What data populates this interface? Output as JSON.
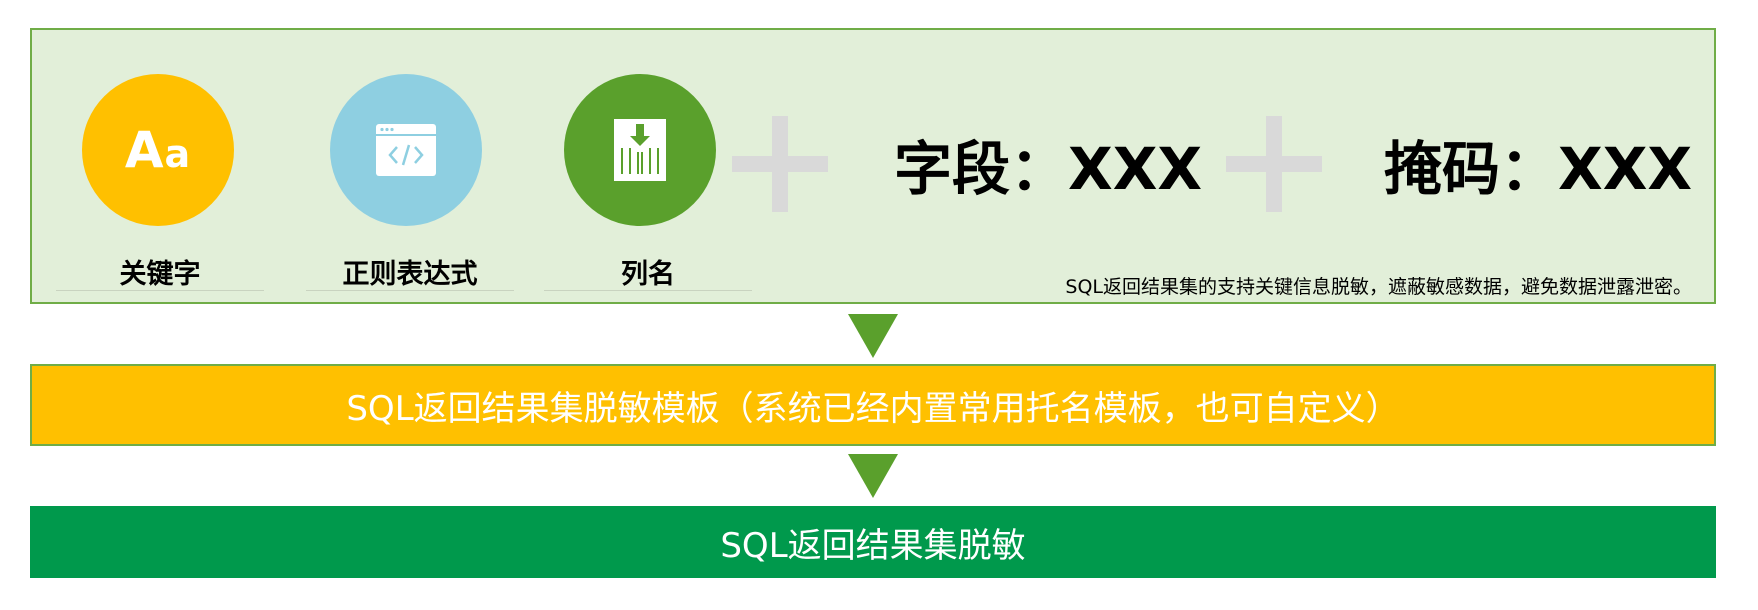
{
  "sources": {
    "keyword": {
      "label": "关键字",
      "glyph_big": "A",
      "glyph_small": "a"
    },
    "regex": {
      "label": "正则表达式"
    },
    "column": {
      "label": "列名"
    }
  },
  "field": {
    "text": "字段：XXX"
  },
  "mask": {
    "text": "掩码：XXX"
  },
  "note": "SQL返回结果集的支持关键信息脱敏，遮蔽敏感数据，避免数据泄露泄密。",
  "template_bar": {
    "text": "SQL返回结果集脱敏模板（系统已经内置常用托名模板，也可自定义）"
  },
  "result_bar": {
    "text": "SQL返回结果集脱敏"
  },
  "colors": {
    "panel_bg": "#e2efd9",
    "panel_border": "#70ad47",
    "keyword_circle": "#ffc000",
    "regex_circle": "#8ecfe1",
    "column_circle": "#5aa02c",
    "plus": "#d9d9d9",
    "arrow": "#5aa02c",
    "template_bar": "#ffc000",
    "result_bar": "#00994c"
  },
  "icons": [
    "font-aa-icon",
    "code-window-icon",
    "column-document-icon",
    "plus-icon",
    "down-arrow-icon"
  ]
}
